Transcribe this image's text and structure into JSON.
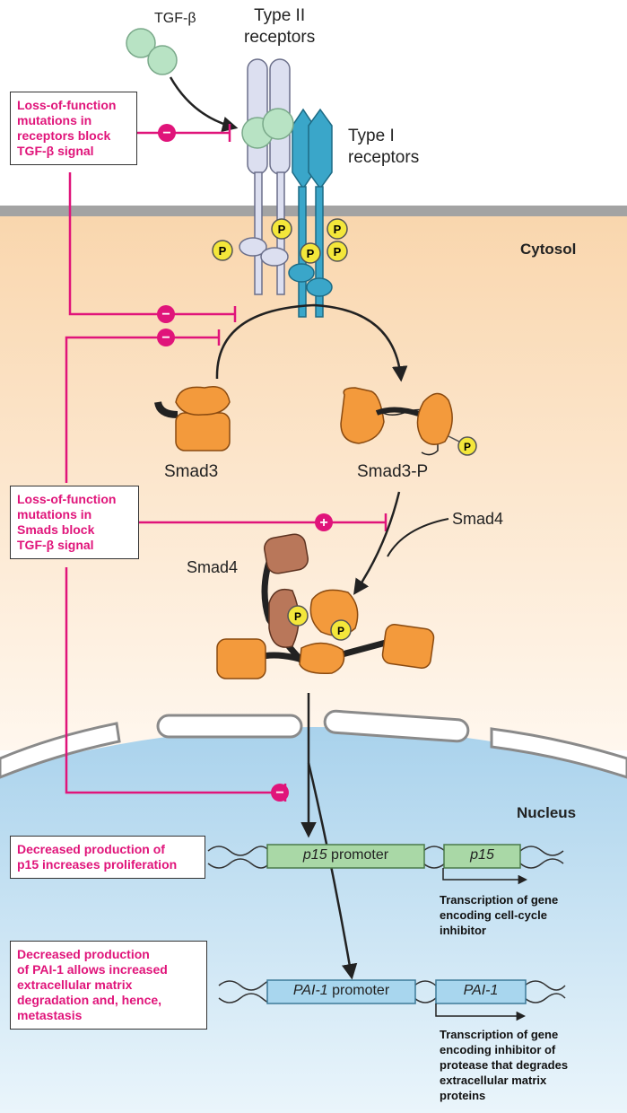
{
  "labels": {
    "tgf_beta": "TGF-β",
    "type2_receptors_line1": "Type II",
    "type2_receptors_line2": "receptors",
    "type1_receptors_line1": "Type I",
    "type1_receptors_line2": "receptors",
    "cytosol": "Cytosol",
    "nucleus": "Nucleus",
    "smad3": "Smad3",
    "smad3_p": "Smad3-P",
    "smad4_incoming": "Smad4",
    "smad4_complex": "Smad4",
    "phospho": "P",
    "minus": "−",
    "plus": "+"
  },
  "boxes": {
    "receptor_mutation": "Loss-of-function\nmutations in\nreceptors block\nTGF-β signal",
    "smad_mutation": "Loss-of-function\nmutations in\nSmads block\nTGF-β signal",
    "p15_effect": "Decreased production of\np15 increases proliferation",
    "pai1_effect": "Decreased production\nof PAI-1 allows increased\nextracellular matrix\ndegradation and, hence,\nmetastasis"
  },
  "genes": {
    "p15_promoter_name": "p15",
    "p15_promoter_word": " promoter",
    "p15_gene": "p15",
    "pai1_promoter_name": "PAI-1",
    "pai1_promoter_word": " promoter",
    "pai1_gene": "PAI-1"
  },
  "notes": {
    "p15_transcription": "Transcription of gene\nencoding cell-cycle\ninhibitor",
    "pai1_transcription": "Transcription of gene\nencoding inhibitor of\nprotease that degrades\nextracellular matrix\nproteins"
  },
  "colors": {
    "inhibition": "#e0147a",
    "cytosol_bg": "#fbe3c4",
    "nucleus_bg": "#c9e3f3",
    "smad3": "#f39a3c",
    "smad4": "#b9775a",
    "type1_receptor": "#3aa6c9",
    "type2_receptor": "#dcdff0",
    "tgf_ligand": "#b8e3c4",
    "phosphate": "#f4e73a",
    "p15_box": "#a9d8a6",
    "pai1_box": "#a8d6ee"
  }
}
